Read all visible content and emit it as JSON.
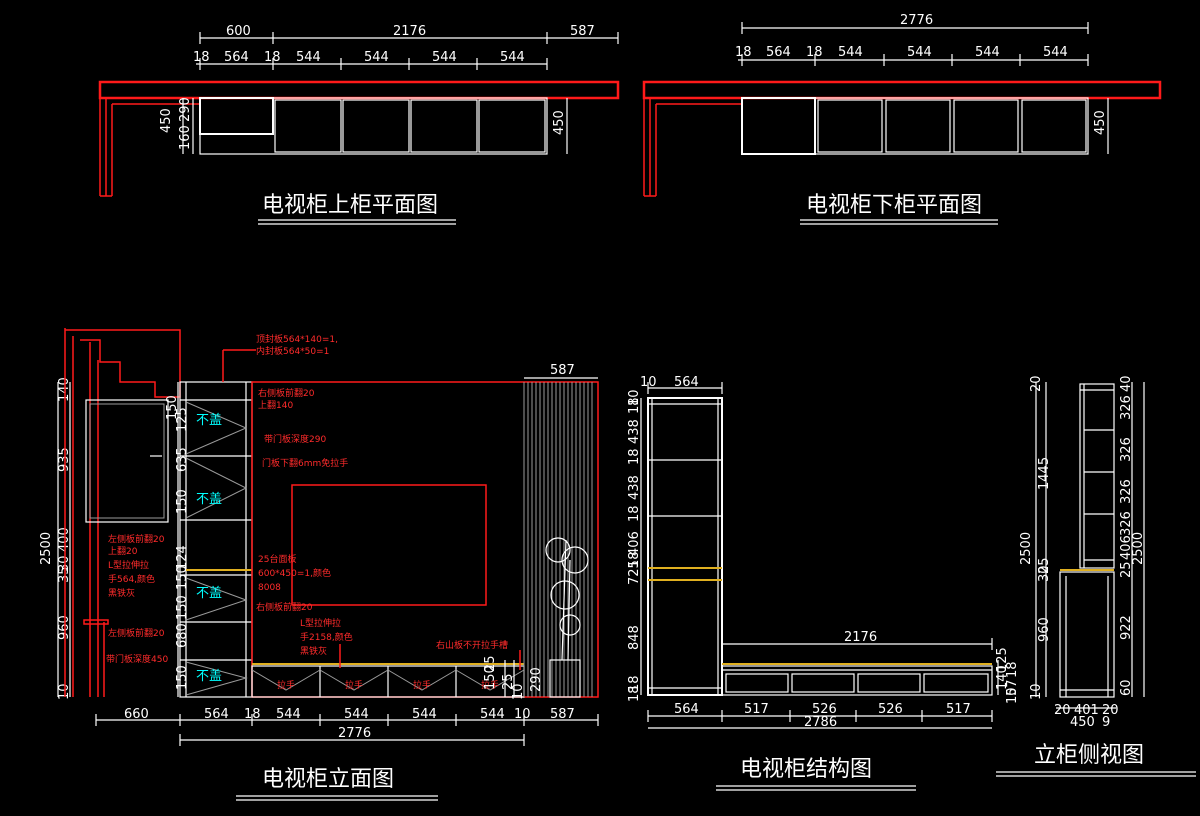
{
  "titles": {
    "upper_plan": "电视柜上柜平面图",
    "lower_plan": "电视柜下柜平面图",
    "elevation": "电视柜立面图",
    "structure": "电视柜结构图",
    "side_view": "立柜侧视图"
  },
  "upper_plan": {
    "dims_top_row1": [
      "600",
      "2176",
      "587"
    ],
    "dims_top_row2": [
      "18",
      "564",
      "18",
      "544",
      "544",
      "544",
      "544"
    ],
    "dims_left": [
      "450",
      "290",
      "160"
    ],
    "dims_right": [
      "450"
    ]
  },
  "lower_plan": {
    "dims_top_row1": [
      "2776"
    ],
    "dims_top_row2": [
      "18",
      "564",
      "18",
      "544",
      "544",
      "544",
      "544"
    ],
    "dims_right": [
      "450"
    ]
  },
  "elevation": {
    "dims_left": [
      "2500",
      "140",
      "935",
      "400",
      "30",
      "35",
      "960",
      "10"
    ],
    "dims_inner_left": [
      "150",
      "125",
      "635",
      "150",
      "124",
      "150",
      "150",
      "680",
      "150"
    ],
    "dims_bottom": [
      "660",
      "564",
      "18",
      "544",
      "544",
      "544",
      "544",
      "10",
      "587"
    ],
    "dims_total": [
      "2776"
    ],
    "dims_right_top": [
      "587"
    ],
    "dims_right_inner": [
      "25",
      "150",
      "25",
      "290",
      "10"
    ],
    "labels_cyan": [
      "不盖",
      "不盖",
      "不盖",
      "不盖"
    ],
    "notes": [
      "顶封板564*140=1,",
      "内封板564*50=1",
      "右侧板前翻20",
      "上翻140",
      "带门板深度290",
      "门板下翻6mm免拉手",
      "左侧板前翻20",
      "上翻20",
      "L型拉伸拉",
      "手564,颜色",
      "黑铁灰",
      "25台面板",
      "600*450=1,颜色",
      "8008",
      "右侧板前翻20",
      "L型拉伸拉",
      "手2158,颜色",
      "黑铁灰",
      "左侧板前翻20",
      "带门板深度450",
      "右山板不开拉手槽"
    ],
    "drawer_labels": [
      "拉手",
      "拉手",
      "拉手",
      "拉手"
    ]
  },
  "structure": {
    "dims_top": [
      "10",
      "564"
    ],
    "dims_left": [
      "10",
      "18",
      "438",
      "18",
      "438",
      "18",
      "406",
      "18",
      "725",
      "848",
      "18",
      "18"
    ],
    "dims_bottom": [
      "564",
      "517",
      "526",
      "526",
      "517"
    ],
    "dims_total": [
      "2786"
    ],
    "dims_mid": [
      "2176"
    ],
    "dims_right": [
      "140",
      "125",
      "18",
      "57",
      "10"
    ]
  },
  "side_view": {
    "dims_left": [
      "20",
      "2500",
      "1445",
      "25",
      "30",
      "960",
      "10"
    ],
    "dims_right": [
      "40",
      "326",
      "326",
      "326",
      "326",
      "406",
      "2500",
      "25",
      "922",
      "60"
    ],
    "dims_bottom": [
      "20",
      "401",
      "20",
      "450",
      "9"
    ]
  }
}
